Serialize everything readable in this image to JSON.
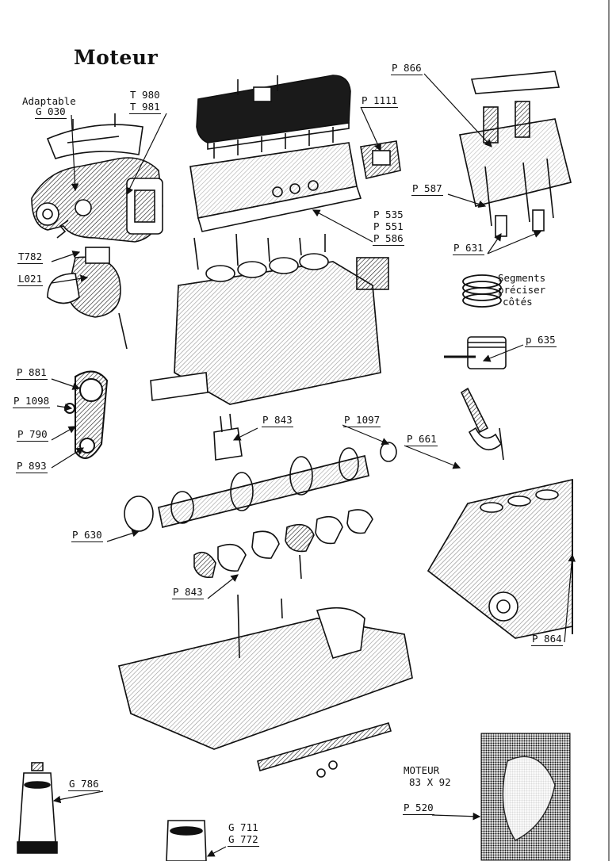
{
  "title": "Moteur",
  "labels": {
    "adaptable": "Adaptable",
    "g030": "G 030",
    "t980": "T 980",
    "t981": "T 981",
    "t782": "T782",
    "l021": "L021",
    "p866": "P 866",
    "p1111": "P 1111",
    "p587": "P 587",
    "p535": "P 535",
    "p551": "P 551",
    "p586": "P 586",
    "p631": "P 631",
    "segments1": "Segments",
    "segments2": "préciser",
    "segments3": "côtés",
    "p635": "p 635",
    "p881": "P 881",
    "p1098": "P 1098",
    "p790": "P 790",
    "p893": "P 893",
    "p843a": "P 843",
    "p1097": "P 1097",
    "p661": "P 661",
    "p630": "P 630",
    "p843b": "P 843",
    "p864": "P 864",
    "g786": "G 786",
    "moteur1": "MOTEUR",
    "moteur2": "83 X 92",
    "p520": "P 520",
    "g711": "G 711",
    "g772": "G 772"
  }
}
